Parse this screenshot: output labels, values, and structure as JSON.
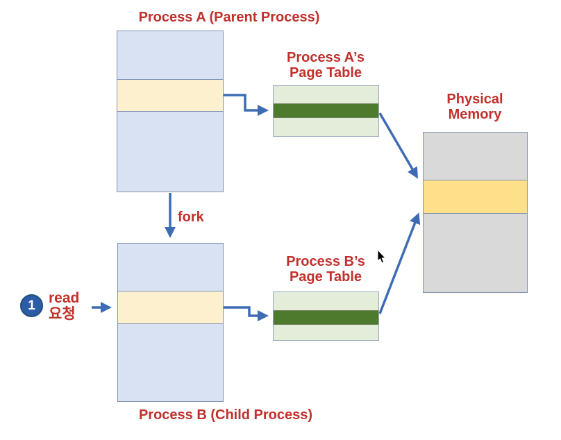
{
  "colors": {
    "red-label": "#c1302b",
    "arrow-blue": "#3d6cb4",
    "process-fill": "#d9e2f3",
    "process-highlight": "#fdf0ce",
    "pagetable-fill": "#e3edda",
    "pagetable-highlight": "#4e7a2d",
    "memory-fill": "#d9d9d9",
    "memory-highlight": "#fde089",
    "box-border": "#8093b0",
    "badge-fill": "#2c5ca8"
  },
  "diagram": {
    "process_a": {
      "title": "Process A (Parent Process)"
    },
    "process_b": {
      "title": "Process B (Child Process)"
    },
    "page_table_a": {
      "title_line1": "Process A’s",
      "title_line2": "Page Table"
    },
    "page_table_b": {
      "title_line1": "Process B’s",
      "title_line2": "Page Table"
    },
    "physical_memory": {
      "title_line1": "Physical",
      "title_line2": "Memory"
    },
    "fork_label": "fork",
    "read_request": {
      "badge": "1",
      "line1": "read",
      "line2": "요청"
    }
  }
}
